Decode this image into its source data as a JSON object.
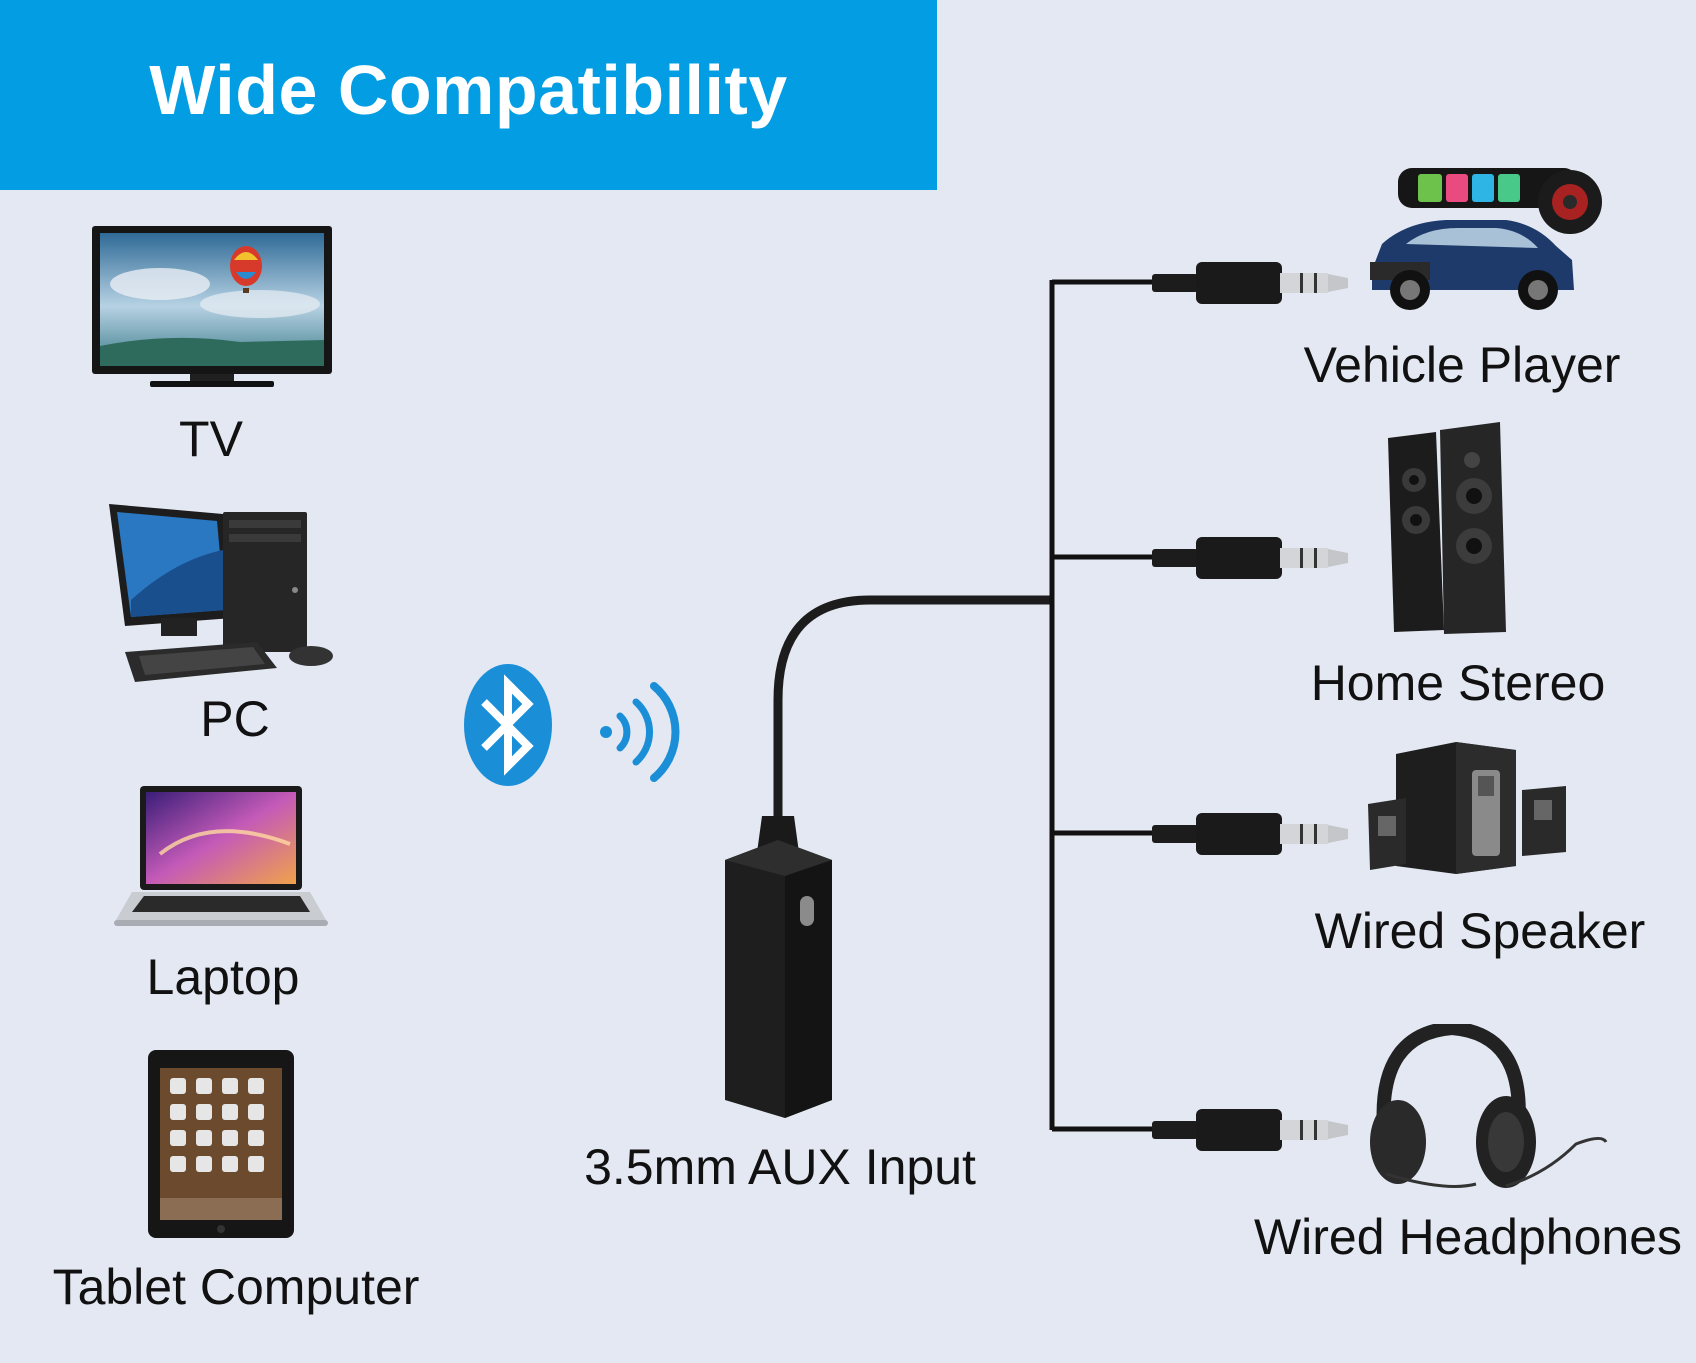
{
  "header": {
    "title": "Wide Compatibility"
  },
  "colors": {
    "banner": "#029de2",
    "background": "#e3e8f2",
    "bluetooth": "#1a8fd8"
  },
  "sources": [
    {
      "label": "TV",
      "icon": "tv-icon"
    },
    {
      "label": "PC",
      "icon": "desktop-computer-icon"
    },
    {
      "label": "Laptop",
      "icon": "laptop-icon"
    },
    {
      "label": "Tablet Computer",
      "icon": "tablet-icon"
    }
  ],
  "center": {
    "label": "3.5mm AUX Input",
    "icons": [
      "bluetooth-icon",
      "wireless-signal-icon",
      "receiver-icon"
    ]
  },
  "outputs": [
    {
      "label": "Vehicle Player",
      "icon": "car-icon"
    },
    {
      "label": "Home Stereo",
      "icon": "tower-speakers-icon"
    },
    {
      "label": "Wired Speaker",
      "icon": "desktop-speakers-icon"
    },
    {
      "label": "Wired Headphones",
      "icon": "headphones-icon"
    }
  ]
}
